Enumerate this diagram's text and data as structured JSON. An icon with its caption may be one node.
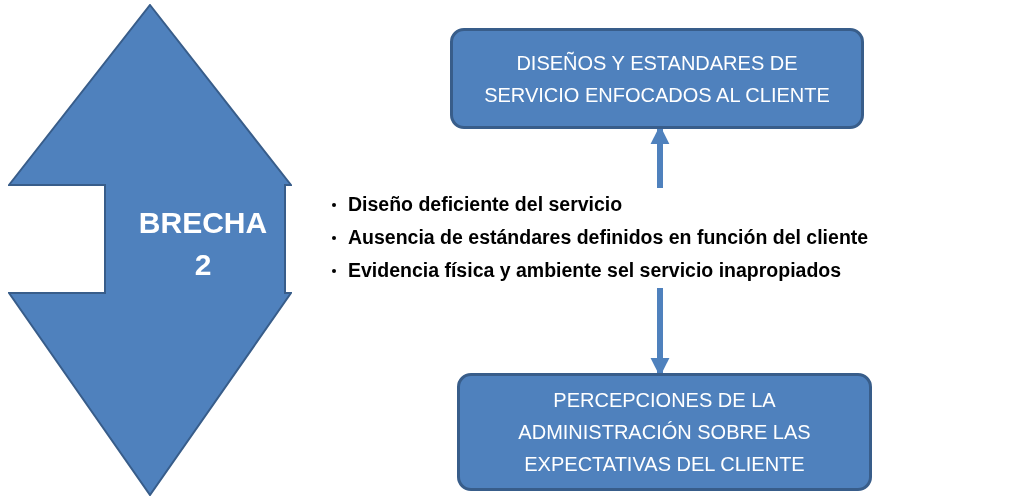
{
  "diagram": {
    "nodes": [
      {
        "text": [
          "BRECHA 2"
        ]
      },
      {
        "text": [
          "DISEÑOS Y ESTANDARES DE SERVICIO ENFOCADOS AL CLIENTE"
        ]
      },
      {
        "text": [
          "Diseño deficiente del servicio",
          "Ausencia de estándares definidos en función del cliente",
          "Evidencia física y ambiente sel servicio inapropiados"
        ]
      },
      {
        "text": [
          "PERCEPCIONES DE LA ADMINISTRACIÓN SOBRE LAS EXPECTATIVAS DEL CLIENTE"
        ]
      }
    ],
    "edges": [
      {
        "from": 2,
        "to": 1,
        "arrow": "to"
      },
      {
        "from": 2,
        "to": 3,
        "arrow": "to"
      }
    ]
  }
}
